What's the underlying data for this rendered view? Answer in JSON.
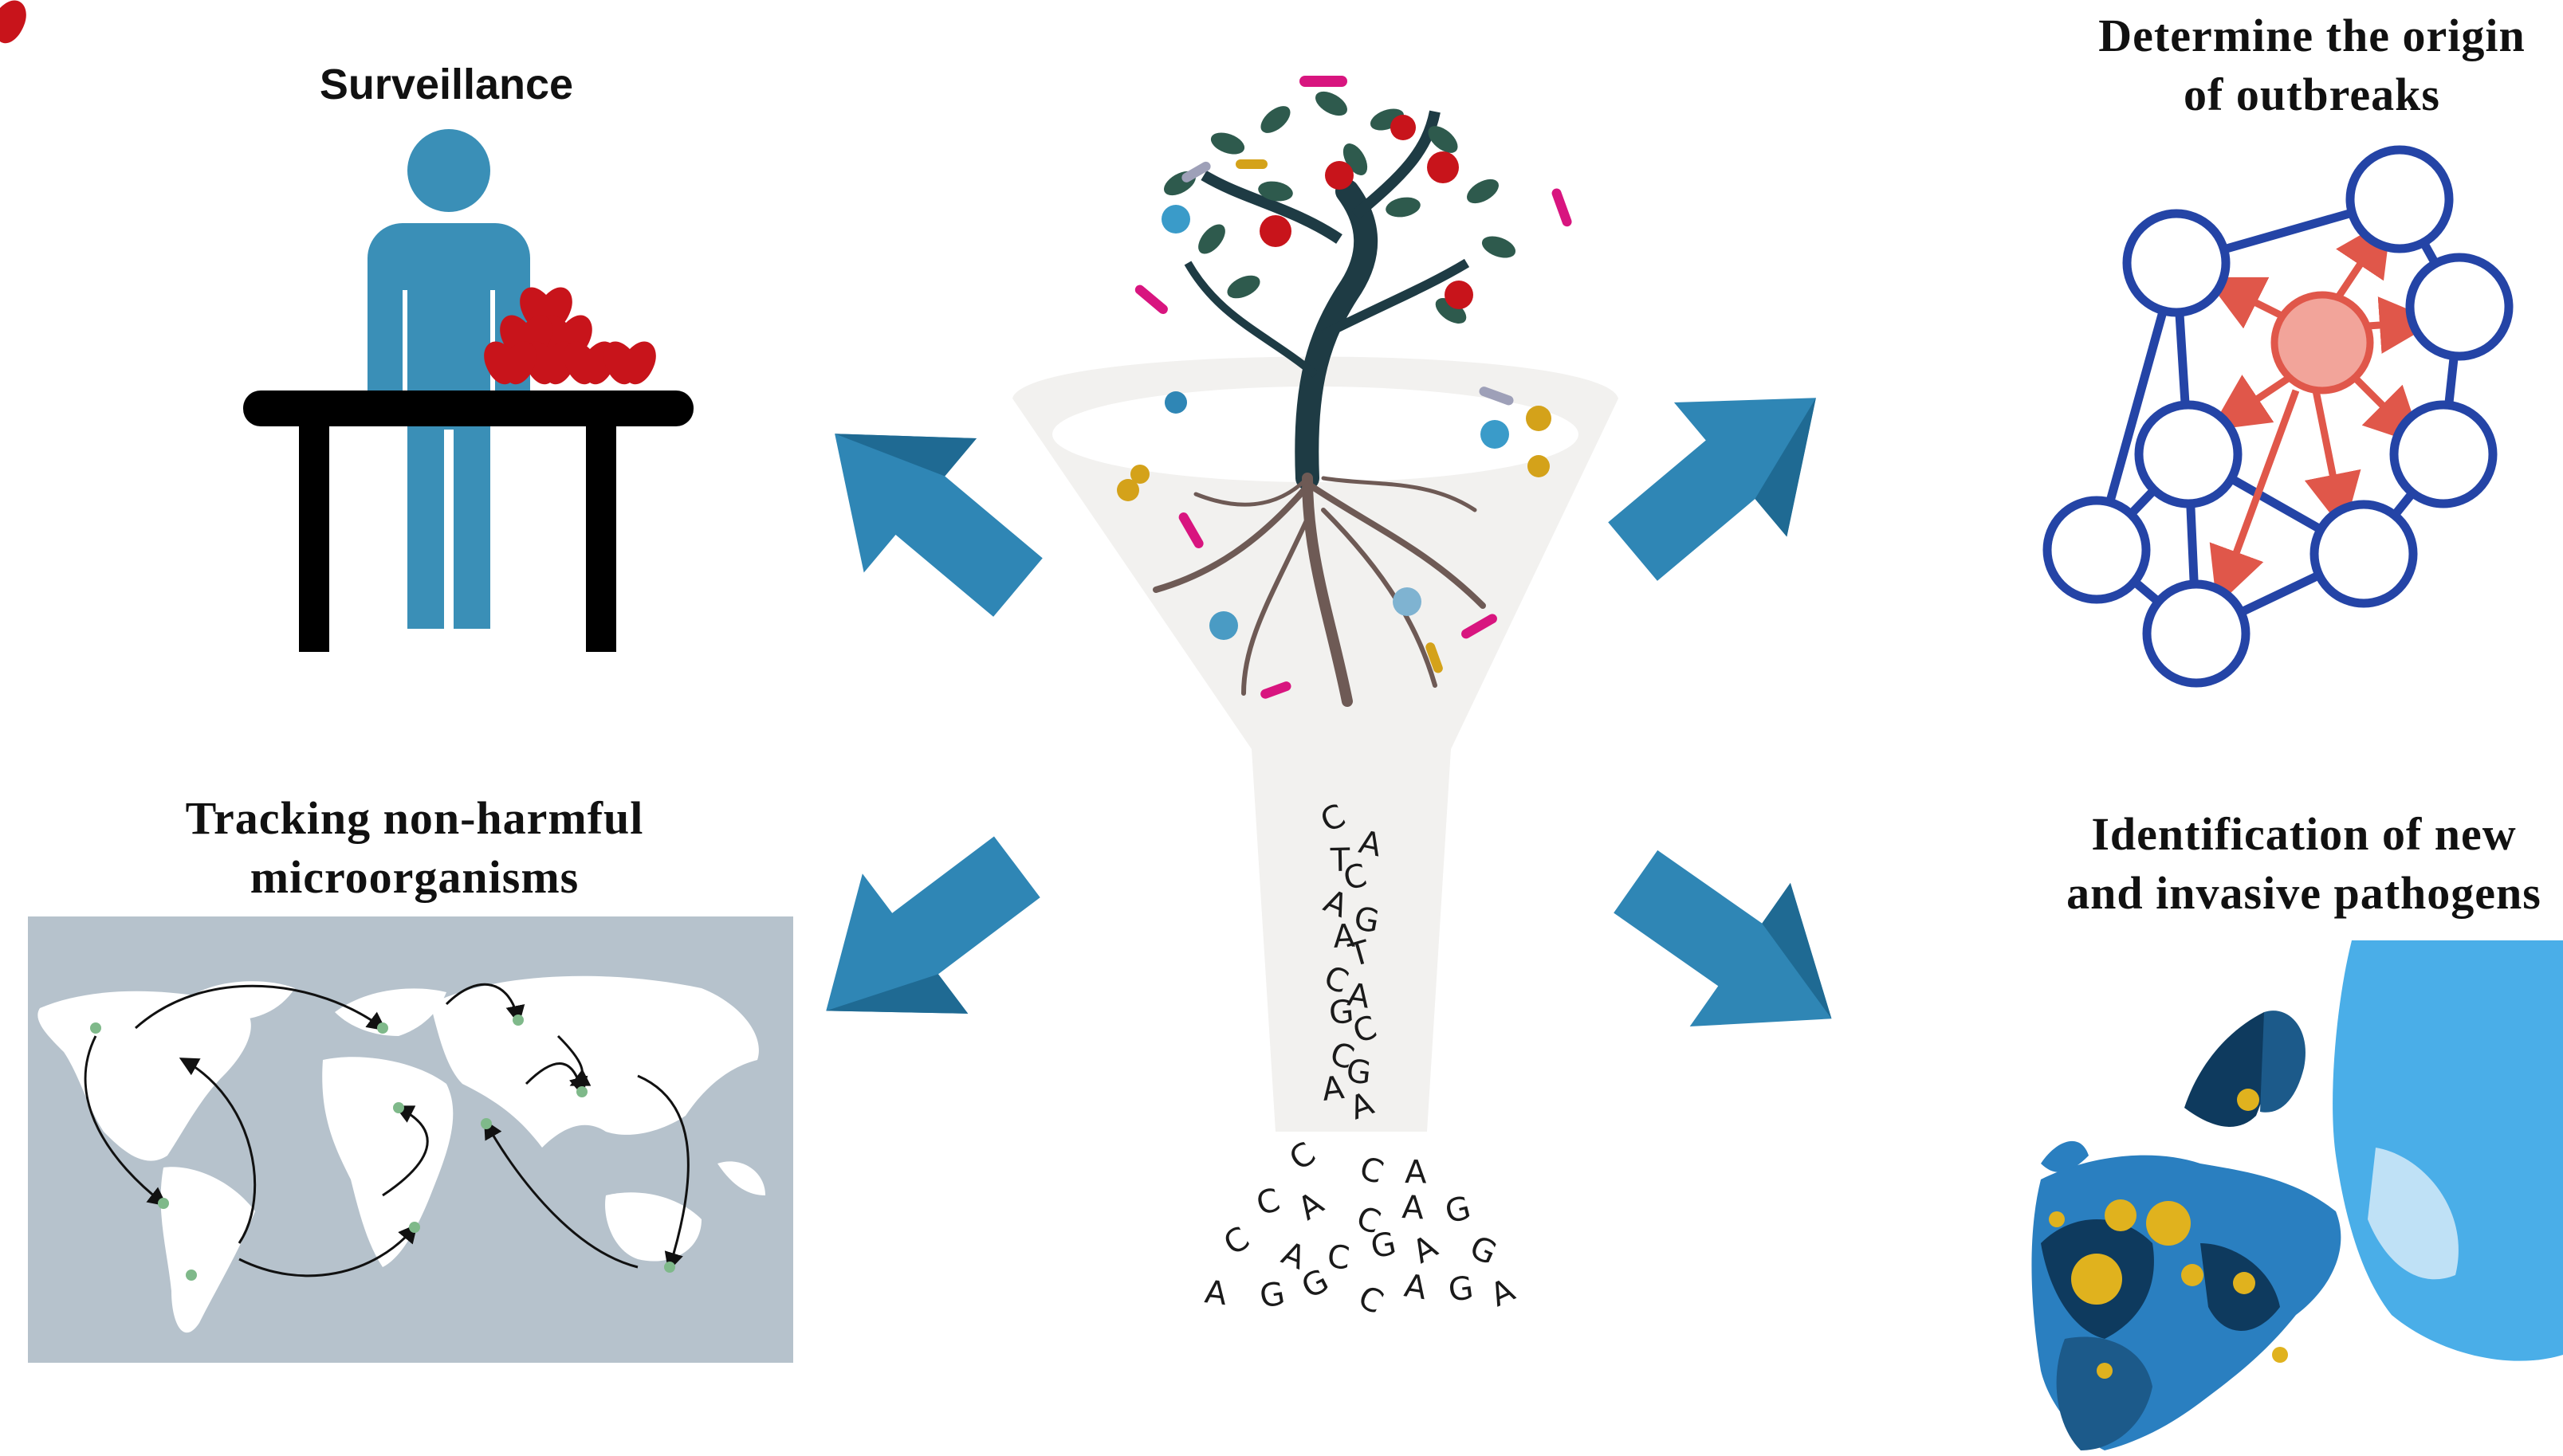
{
  "labels": {
    "surveillance": "Surveillance",
    "origin_line1": "Determine the origin",
    "origin_line2": "of outbreaks",
    "tracking_line1": "Tracking non-harmful",
    "tracking_line2": "microorganisms",
    "identification_line1": "Identification of new",
    "identification_line2": "and invasive pathogens"
  },
  "dna": {
    "stream": [
      "C",
      "A",
      "T",
      "C",
      "A",
      "G",
      "A",
      "T",
      "C",
      "A",
      "G",
      "C",
      "C",
      "G",
      "A",
      "A"
    ],
    "pile": [
      "C",
      "C",
      "A",
      "C",
      "A",
      "C",
      "A",
      "G",
      "C",
      "A",
      "C",
      "G",
      "A",
      "G",
      "A",
      "G",
      "G",
      "C",
      "A",
      "G",
      "A"
    ]
  },
  "colors": {
    "arrow": "#2f86b5",
    "arrow_dark": "#1f6a93",
    "person": "#3a8fb7",
    "apple": "#c8141b",
    "network_node": "#2444a6",
    "network_source": "#e0574a",
    "map_ocean": "#b6c2cc",
    "europe_dark": "#0e3a5e",
    "europe_mid": "#2a7fc0",
    "europe_light": "#4aaee8",
    "europe_pale": "#bfe1f6",
    "europe_dot": "#e0b21e"
  },
  "icons": [
    "person-icon",
    "table-icon",
    "apple-icon",
    "tree-icon",
    "funnel-icon",
    "network-icon",
    "world-map-icon",
    "europe-map-icon",
    "arrow-icon"
  ]
}
